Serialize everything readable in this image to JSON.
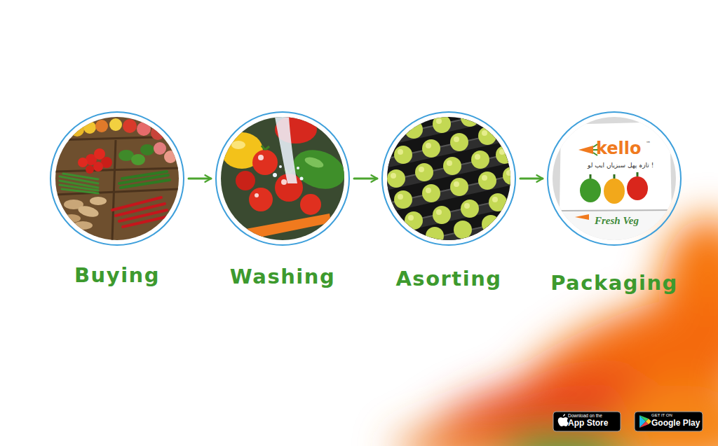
{
  "diagram": {
    "nodes": [
      {
        "text": [
          "Buying"
        ]
      },
      {
        "text": [
          "Washing"
        ]
      },
      {
        "text": [
          "Asorting"
        ]
      },
      {
        "text": [
          "Packaging"
        ]
      }
    ],
    "edges": [
      {
        "from": 0,
        "to": 1,
        "arrow": "to"
      },
      {
        "from": 1,
        "to": 2,
        "arrow": "to"
      },
      {
        "from": 2,
        "to": 3,
        "arrow": "to"
      }
    ],
    "labels": [
      "kello",
      "™",
      "تازہ پھل سبزیاں ایپ لو !",
      "Fresh Veg",
      "Download on the",
      "App Store",
      "GET IT ON",
      "Google Play"
    ]
  }
}
